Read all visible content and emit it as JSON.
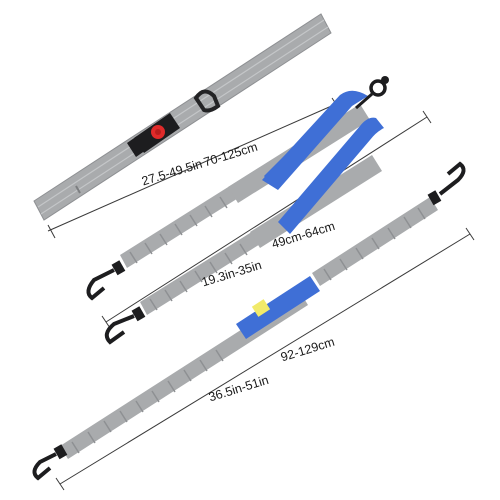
{
  "labels": {
    "waist_belt_in": "27.5-49.5in",
    "waist_belt_cm": "70-125cm",
    "double_leash_in": "19.3in-35in",
    "double_leash_cm": "49cm-64cm",
    "bungee_leash_in": "36.5in-51in",
    "bungee_leash_cm": "92-129cm"
  },
  "colors": {
    "strap_gray": "#a9abad",
    "strap_dark": "#8e9093",
    "handle_blue": "#3f6fd6",
    "buckle_red": "#e02a2a",
    "hardware_black": "#1d1d1f",
    "logo_yellow": "#f1ea6a"
  }
}
